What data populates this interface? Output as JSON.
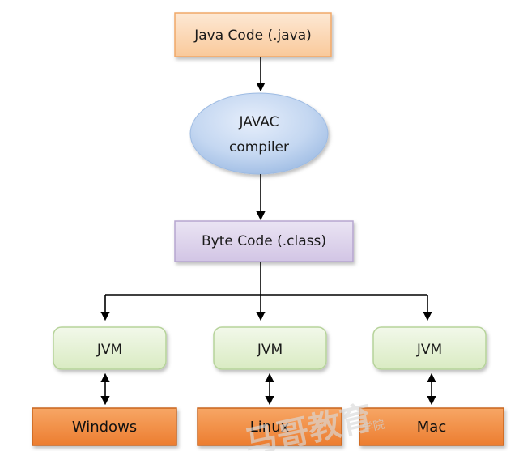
{
  "nodes": {
    "source": {
      "label": "Java Code (.java)"
    },
    "compiler": {
      "line1": "JAVAC",
      "line2": "compiler"
    },
    "bytecode": {
      "label": "Byte Code (.class)"
    },
    "jvms": [
      {
        "label": "JVM"
      },
      {
        "label": "JVM"
      },
      {
        "label": "JVM"
      }
    ],
    "platforms": [
      {
        "label": "Windows"
      },
      {
        "label": "Linux"
      },
      {
        "label": "Mac"
      }
    ]
  },
  "watermark": {
    "text": "马哥教育",
    "small": "学院"
  },
  "colors": {
    "source_fill": "#fcd9b8",
    "source_stroke": "#f0a868",
    "compiler_fill": "#bcd3ef",
    "bytecode_fill": "#ddd3ea",
    "bytecode_stroke": "#b6a6cf",
    "jvm_fill": "#e6f2d4",
    "jvm_stroke": "#b6d39a",
    "platform_fill": "#f08c46",
    "platform_stroke": "#c8651e",
    "arrow": "#000000"
  }
}
